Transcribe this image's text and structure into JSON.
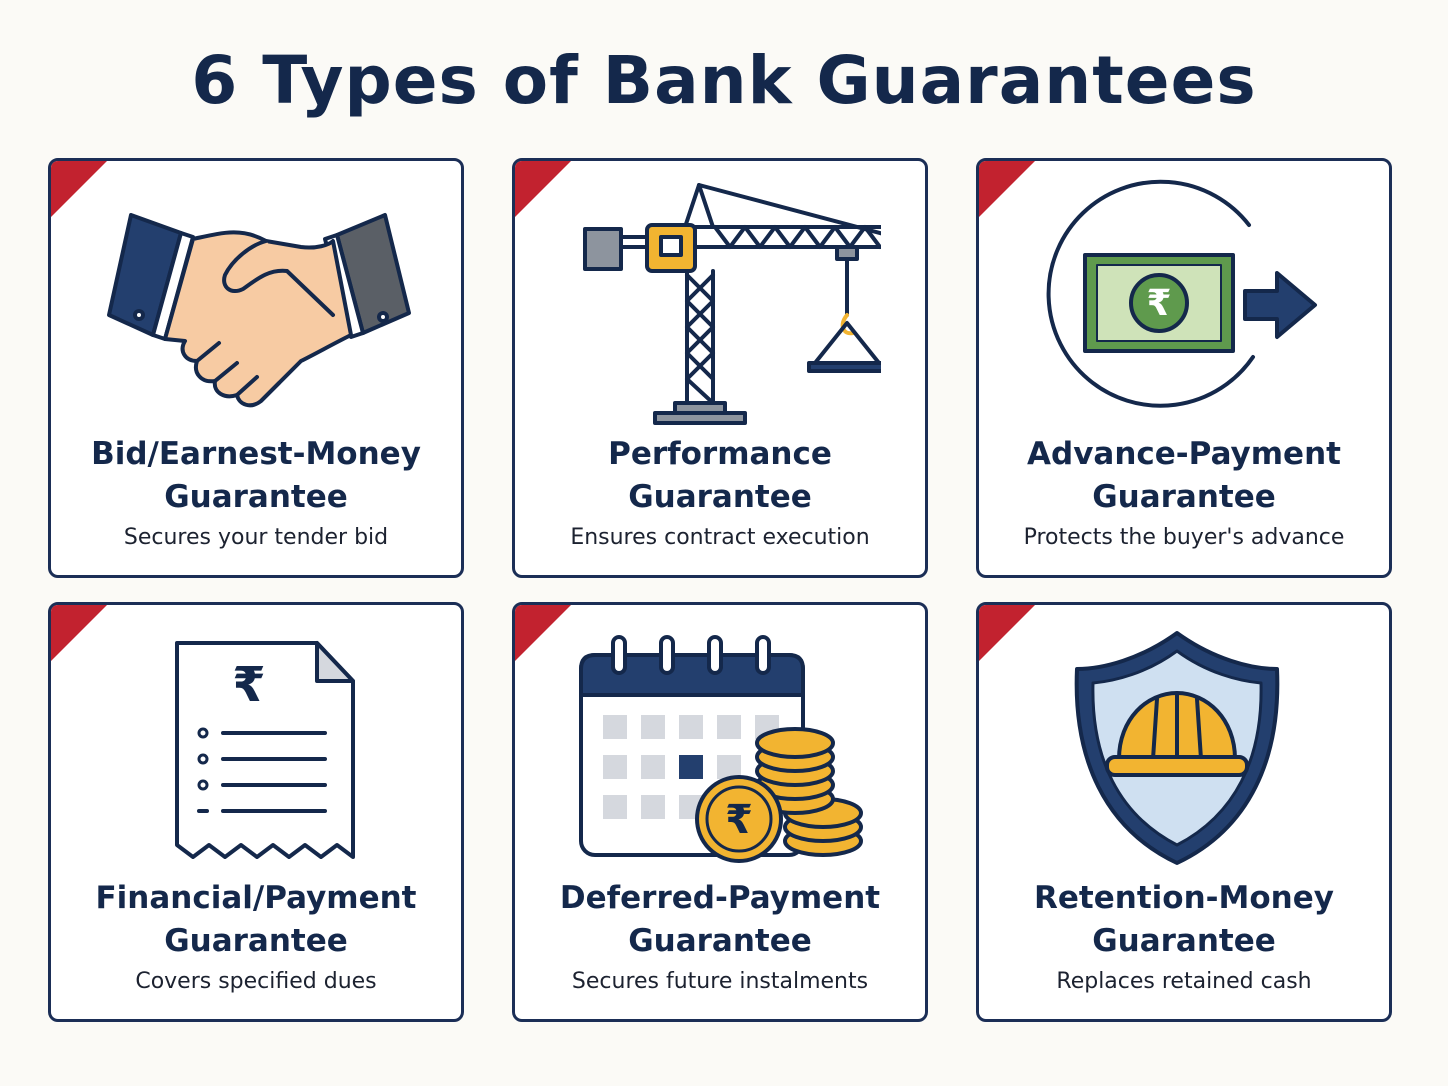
{
  "title": "6 Types of Bank Guarantees",
  "colors": {
    "navy": "#14284b",
    "accent_red": "#c2222f",
    "gold": "#f2b431",
    "skin": "#f7cba3",
    "money_green": "#5f9a4d",
    "shield_blue": "#cfe0f1"
  },
  "cards": [
    {
      "title_line1": "Bid/Earnest-Money",
      "title_line2": "Guarantee",
      "description": "Secures your tender bid",
      "icon": "handshake-icon"
    },
    {
      "title_line1": "Performance",
      "title_line2": "Guarantee",
      "description": "Ensures contract execution",
      "icon": "crane-icon"
    },
    {
      "title_line1": "Advance-Payment",
      "title_line2": "Guarantee",
      "description": "Protects the buyer's advance",
      "icon": "advance-payment-icon",
      "icon_text": "₹"
    },
    {
      "title_line1": "Financial/Payment",
      "title_line2": "Guarantee",
      "description": "Covers specified dues",
      "icon": "receipt-icon",
      "icon_text": "₹"
    },
    {
      "title_line1": "Deferred-Payment",
      "title_line2": "Guarantee",
      "description": "Secures future instalments",
      "icon": "calendar-coins-icon",
      "icon_text": "₹"
    },
    {
      "title_line1": "Retention-Money",
      "title_line2": "Guarantee",
      "description": "Replaces retained cash",
      "icon": "shield-helmet-icon"
    }
  ]
}
